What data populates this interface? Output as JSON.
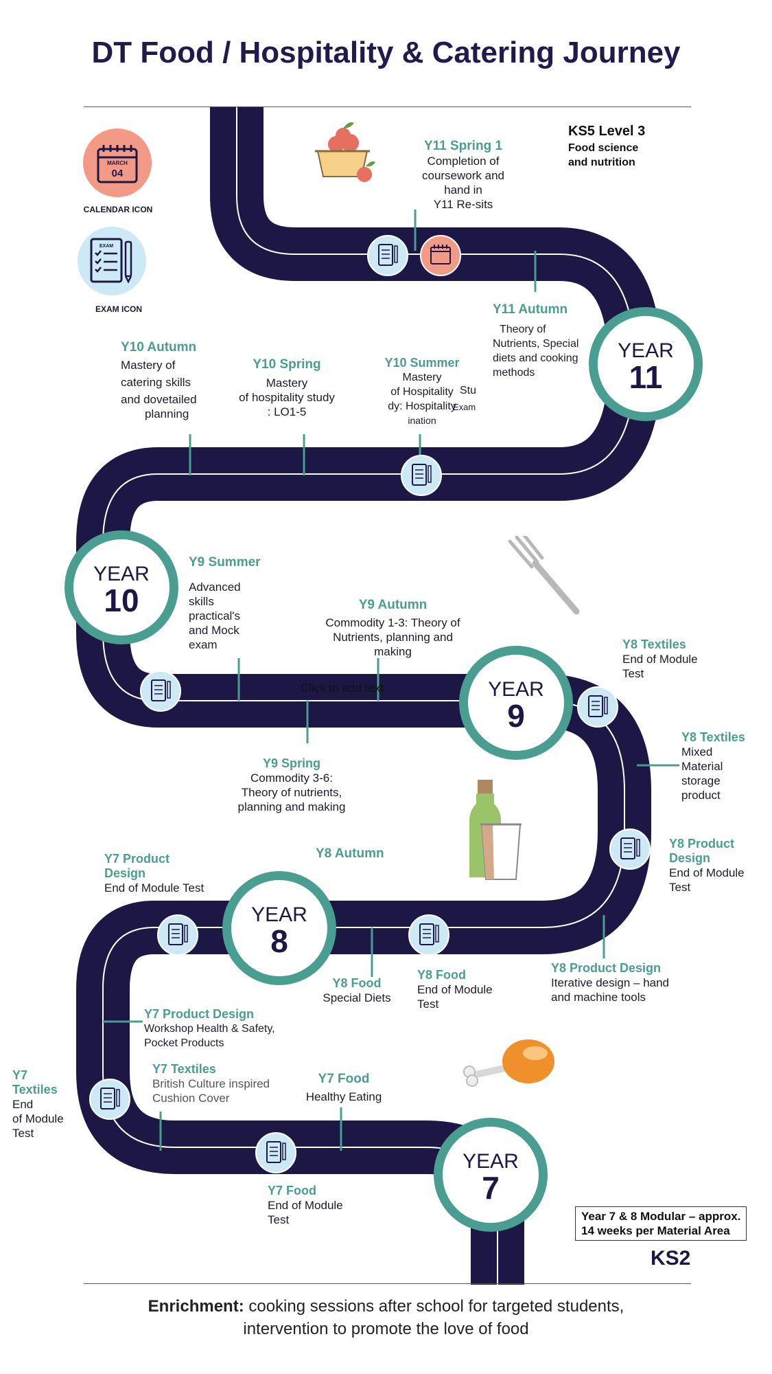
{
  "title": "DT Food / Hospitality & Catering Journey",
  "colors": {
    "road": "#1c1745",
    "accent": "#4a9d91",
    "exam_badge": "#cde9f6",
    "calendar_badge": "#f29a85"
  },
  "legend": {
    "calendar_caption": "CALENDAR ICON",
    "calendar_month": "MARCH",
    "calendar_day": "04",
    "exam_caption": "EXAM ICON",
    "exam_word": "EXAM"
  },
  "years": [
    {
      "word": "YEAR",
      "num": "11"
    },
    {
      "word": "YEAR",
      "num": "10"
    },
    {
      "word": "YEAR",
      "num": "9"
    },
    {
      "word": "YEAR",
      "num": "8"
    },
    {
      "word": "YEAR",
      "num": "7"
    }
  ],
  "ks5": {
    "heading": "KS5  Level 3",
    "line1": "Food science",
    "line2": "and nutrition"
  },
  "milestones": {
    "y11_spring1": {
      "label": "Y11 Spring 1",
      "l1": "Completion of",
      "l2": "coursework and",
      "l3": "hand in",
      "l4": "Y11 Re-sits"
    },
    "y11_autumn": {
      "label": "Y11 Autumn",
      "l1": "Theory of",
      "l2": "Nutrients, Special",
      "l3": "diets and cooking",
      "l4": "methods"
    },
    "y10_autumn": {
      "label": "Y10 Autumn",
      "l1": "Mastery of",
      "l2": "catering skills",
      "l3": "and dovetailed",
      "l4": "planning"
    },
    "y10_spring": {
      "label": "Y10 Spring",
      "l1": "Mastery",
      "l2": "of hospitality study",
      "l3": ": LO1-5"
    },
    "y10_summer": {
      "label": "Y10 Summer",
      "l1": "Mastery",
      "l2": "of  Hospitality",
      "l3": "dy: Hospitality",
      "l4": "ination",
      "side1": "Stu",
      "side2": "Exam"
    },
    "y9_summer": {
      "label": "Y9 Summer",
      "l1": "Advanced",
      "l2": "skills",
      "l3": "practical's",
      "l4": "and Mock",
      "l5": "exam"
    },
    "y9_autumn": {
      "label": "Y9 Autumn",
      "l1": "Commodity 1-3: Theory of",
      "l2": "Nutrients, planning and",
      "l3": "making"
    },
    "placeholder": "Click to add text",
    "y9_spring": {
      "label": "Y9 Spring",
      "l1": "Commodity 3-6:",
      "l2": "Theory of nutrients,",
      "l3": "planning and making"
    },
    "y8_textiles_test": {
      "label": "Y8 Textiles",
      "l1": "End of Module",
      "l2": "Test"
    },
    "y8_textiles": {
      "label": "Y8 Textiles",
      "l1": "Mixed",
      "l2": "Material",
      "l3": "storage",
      "l4": "product"
    },
    "y8_pd_test": {
      "label1": "Y8 Product",
      "label2": "Design",
      "l1": "End of Module",
      "l2": "Test"
    },
    "y8_autumn": {
      "label": "Y8 Autumn"
    },
    "y7_pd_test": {
      "label1": "Y7 Product",
      "label2": "Design",
      "l1": "End of Module Test"
    },
    "y8_food": {
      "label": "Y8 Food",
      "l1": "Special Diets"
    },
    "y8_food_test": {
      "label": "Y8 Food",
      "l1": "End of Module",
      "l2": "Test"
    },
    "y8_pd": {
      "label": "Y8 Product Design",
      "l1": "Iterative design – hand",
      "l2": "and machine tools"
    },
    "y7_pd": {
      "label": "Y7 Product Design",
      "l1": "Workshop Health & Safety,",
      "l2": "Pocket Products"
    },
    "y7_textiles_test": {
      "label1": "Y7",
      "label2": "Textiles",
      "l1": "End",
      "l2": "of Module",
      "l3": "Test"
    },
    "y7_textiles": {
      "label": "Y7 Textiles",
      "l1": "British Culture inspired",
      "l2": "Cushion Cover"
    },
    "y7_food": {
      "label": "Y7 Food",
      "l1": "Healthy Eating"
    },
    "y7_food_test": {
      "label": "Y7 Food",
      "l1": "End of Module",
      "l2": "Test"
    }
  },
  "note_box": {
    "l1": "Year 7 & 8 Modular – approx.",
    "l2": "14 weeks per Material Area"
  },
  "ks2": "KS2",
  "enrichment": {
    "bold": "Enrichment:",
    "rest1": " cooking sessions after school for targeted students,",
    "rest2": "intervention to promote the love of food"
  }
}
